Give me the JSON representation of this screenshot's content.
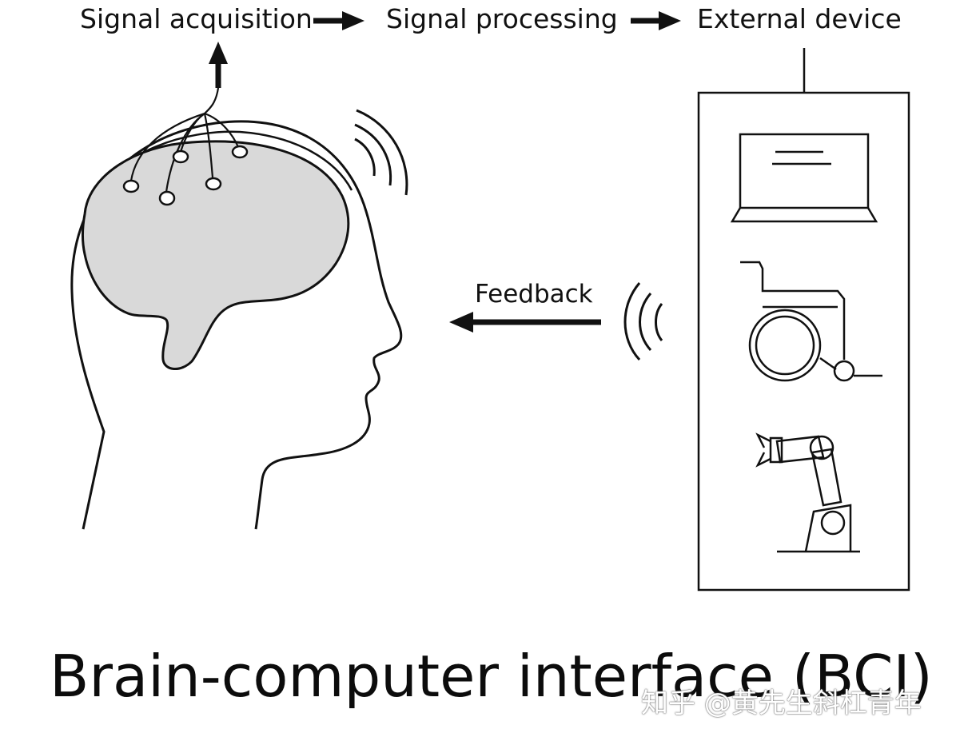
{
  "pipeline": {
    "steps": [
      "Signal acquisition",
      "Signal processing",
      "External device"
    ]
  },
  "feedback": {
    "label": "Feedback"
  },
  "title": "Brain-computer interface (BCI)",
  "watermark": "知乎 @黄先生斜杠青年",
  "colors": {
    "line": "#111111",
    "brain_fill": "#d9d9d9",
    "background": "#ffffff"
  },
  "icons": [
    "head-outline-icon",
    "brain-icon",
    "electrode-icon",
    "wireless-signal-icon",
    "laptop-icon",
    "wheelchair-icon",
    "robotic-arm-icon"
  ]
}
